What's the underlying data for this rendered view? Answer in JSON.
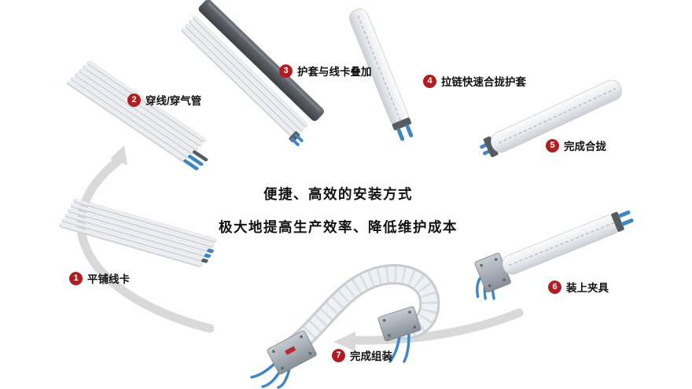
{
  "center": {
    "title_line1": "便捷、高效的安装方式",
    "title_line2": "极大地提高生产效率、降低维护成本"
  },
  "steps": [
    {
      "num": "1",
      "label": "平铺线卡"
    },
    {
      "num": "2",
      "label": "穿线/穿气管"
    },
    {
      "num": "3",
      "label": "护套与线卡叠加"
    },
    {
      "num": "4",
      "label": "拉链快速合拢护套"
    },
    {
      "num": "5",
      "label": "完成合拢"
    },
    {
      "num": "6",
      "label": "装上夹具"
    },
    {
      "num": "7",
      "label": "完成组装"
    }
  ],
  "colors": {
    "badge_red": "#b01e23",
    "accent_blue": "#3f86c6",
    "arc_gray": "#d9d9d9",
    "sleeve_dark": "#565b60"
  }
}
